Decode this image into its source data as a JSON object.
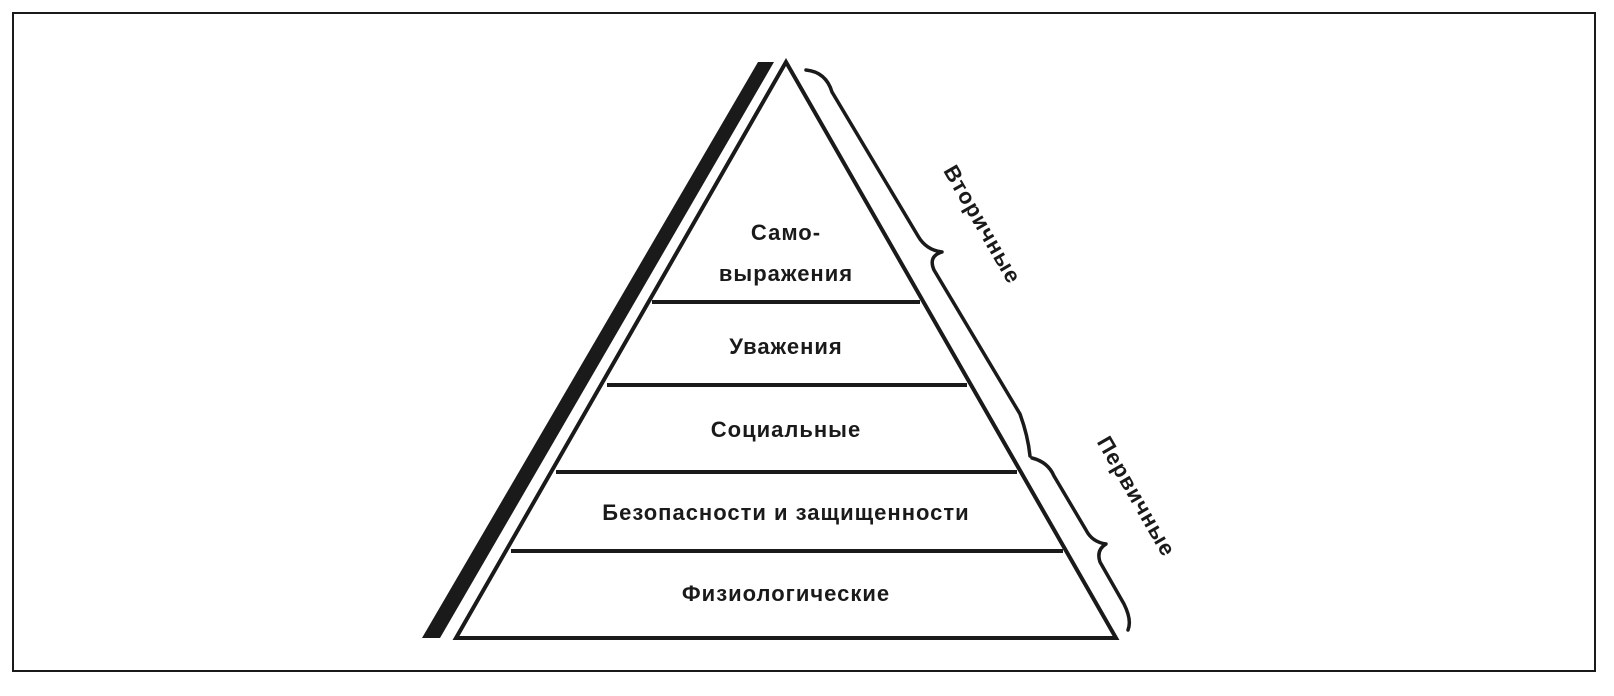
{
  "levels": [
    {
      "line1": "Само-",
      "line2": "выражения"
    },
    {
      "line1": "Уважения"
    },
    {
      "line1": "Социальные"
    },
    {
      "line1": "Безопасности и защищенности"
    },
    {
      "line1": "Физиологические"
    }
  ],
  "groups": {
    "secondary": "Вторичные",
    "primary": "Первичные"
  },
  "colors": {
    "ink": "#1a1a1a",
    "background": "#ffffff"
  }
}
